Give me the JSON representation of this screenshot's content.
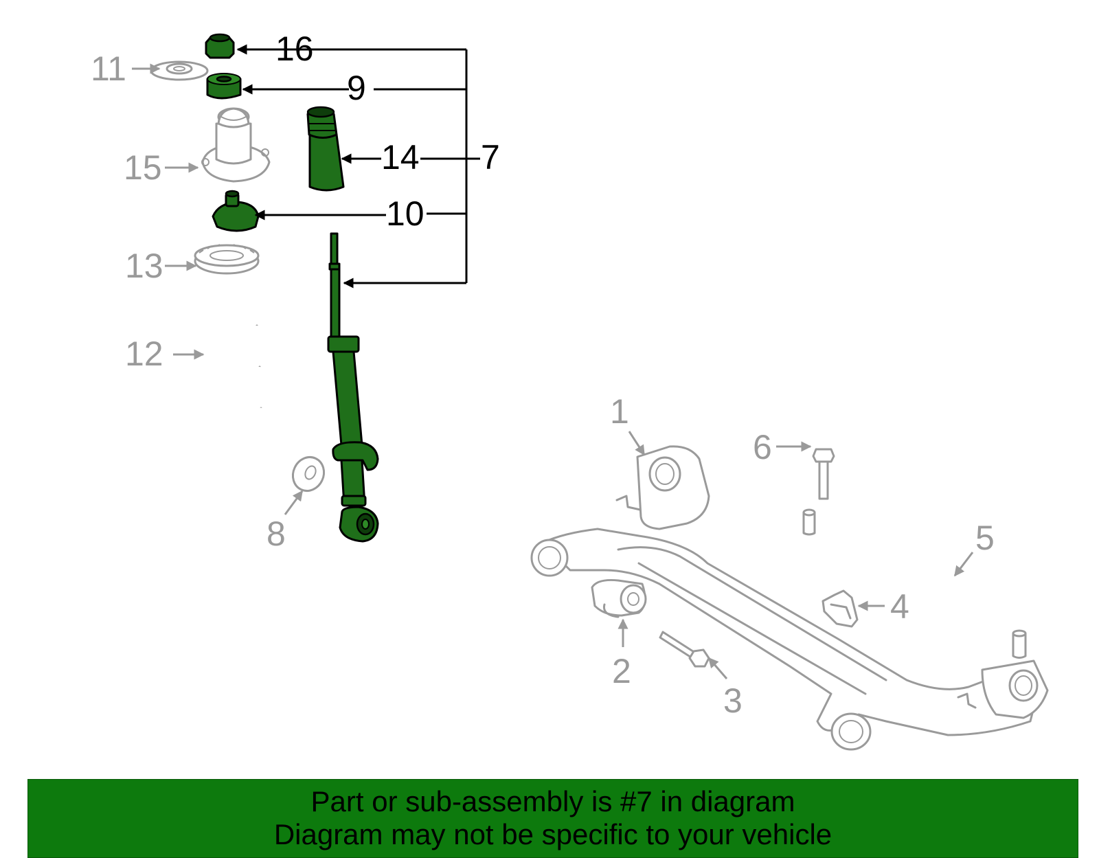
{
  "labels": {
    "n1": "1",
    "n2": "2",
    "n3": "3",
    "n4": "4",
    "n5": "5",
    "n6": "6",
    "n7": "7",
    "n8": "8",
    "n9": "9",
    "n10": "10",
    "n11": "11",
    "n12": "12",
    "n13": "13",
    "n14": "14",
    "n15": "15",
    "n16": "16"
  },
  "banner": {
    "line1": "Part or sub-assembly is #7 in diagram",
    "line2": "Diagram may not be specific to your vehicle"
  },
  "colors": {
    "highlight": "#1f6f1a",
    "banner": "#0d7a0d",
    "inactive": "#9a9a9a"
  }
}
